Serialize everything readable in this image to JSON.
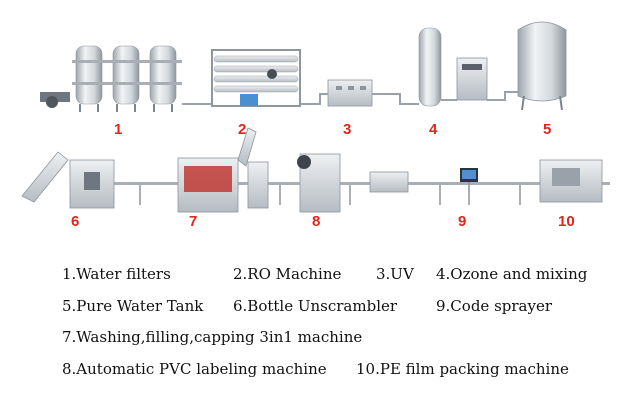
{
  "steps": [
    {
      "num": "1"
    },
    {
      "num": "2"
    },
    {
      "num": "3"
    },
    {
      "num": "4"
    },
    {
      "num": "5"
    },
    {
      "num": "6"
    },
    {
      "num": "7"
    },
    {
      "num": "8"
    },
    {
      "num": "9"
    },
    {
      "num": "10"
    }
  ],
  "legend": {
    "l1": "1.Water filters",
    "l2": "2.RO Machine",
    "l3": "3.UV",
    "l4": "4.Ozone and mixing",
    "l5": "5.Pure Water Tank",
    "l6": "6.Bottle Unscrambler",
    "l9": "9.Code sprayer",
    "l7": "7.Washing,filling,capping 3in1 machine",
    "l8": "8.Automatic PVC labeling machine",
    "l10": "10.PE film packing machine"
  },
  "colors": {
    "number_red": "#e0251b",
    "steel": "#c9ced3",
    "pipe": "#9aa1a8"
  }
}
